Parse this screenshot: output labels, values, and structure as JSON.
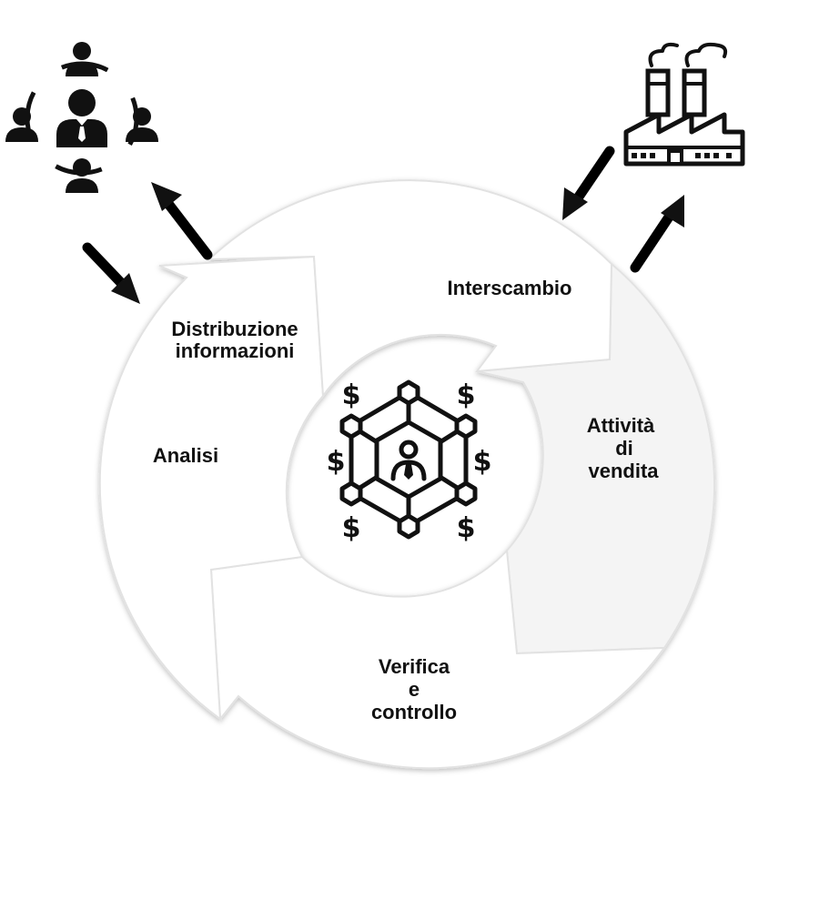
{
  "cycle_steps": {
    "interscambio": "Interscambio",
    "distribuzione_line1": "Distribuzione",
    "distribuzione_line2": "informazioni",
    "analisi": "Analisi",
    "attivita_line1": "Attività",
    "attivita_line2": "di",
    "attivita_line3": "vendita",
    "verifica_line1": "Verifica",
    "verifica_line2": "e",
    "verifica_line3": "controllo"
  },
  "center_icon": {
    "name": "network-person-icon",
    "currency_symbol": "$"
  },
  "top_left_icon": {
    "name": "team-people-icon"
  },
  "top_right_icon": {
    "name": "factory-icon"
  },
  "colors": {
    "ink": "#111111",
    "arrow": "#000000",
    "ring": "#ffffff",
    "ring_shadow": "#e2e2e2"
  }
}
